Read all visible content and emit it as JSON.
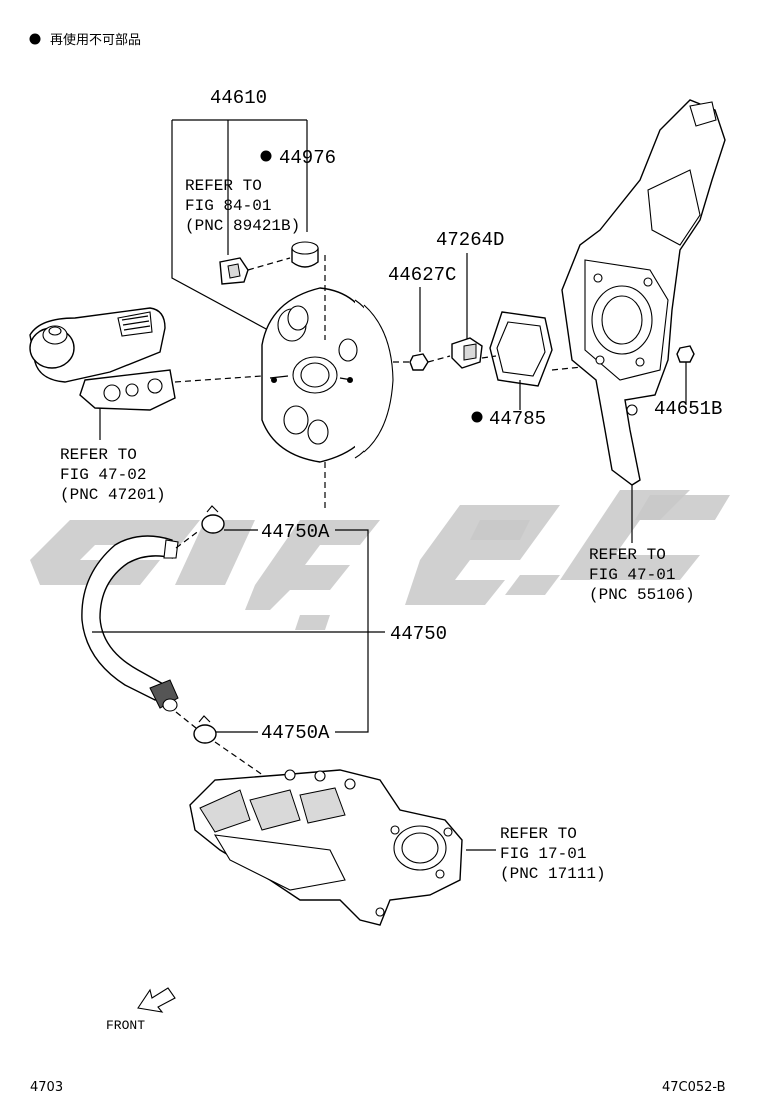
{
  "legend": {
    "marker": "●",
    "text": "再使用不可部品"
  },
  "parts": {
    "p44610": "44610",
    "p44976": "44976",
    "p47264D": "47264D",
    "p44627C": "44627C",
    "p44785": "44785",
    "p44651B": "44651B",
    "p44750A_top": "44750A",
    "p44750": "44750",
    "p44750A_bottom": "44750A"
  },
  "refs": {
    "fig84": [
      "REFER TO",
      "FIG 84-01",
      "(PNC 89421B)"
    ],
    "fig4702": [
      "REFER TO",
      "FIG 47-02",
      "(PNC 47201)"
    ],
    "fig4701": [
      "REFER TO",
      "FIG 47-01",
      "(PNC 55106)"
    ],
    "fig1701": [
      "REFER TO",
      "FIG 17-01",
      "(PNC 17111)"
    ]
  },
  "front_label": "FRONT",
  "footer": {
    "left": "4703",
    "right": "47C052-B"
  },
  "colors": {
    "line": "#000000",
    "watermark": "#c8c8c8"
  }
}
